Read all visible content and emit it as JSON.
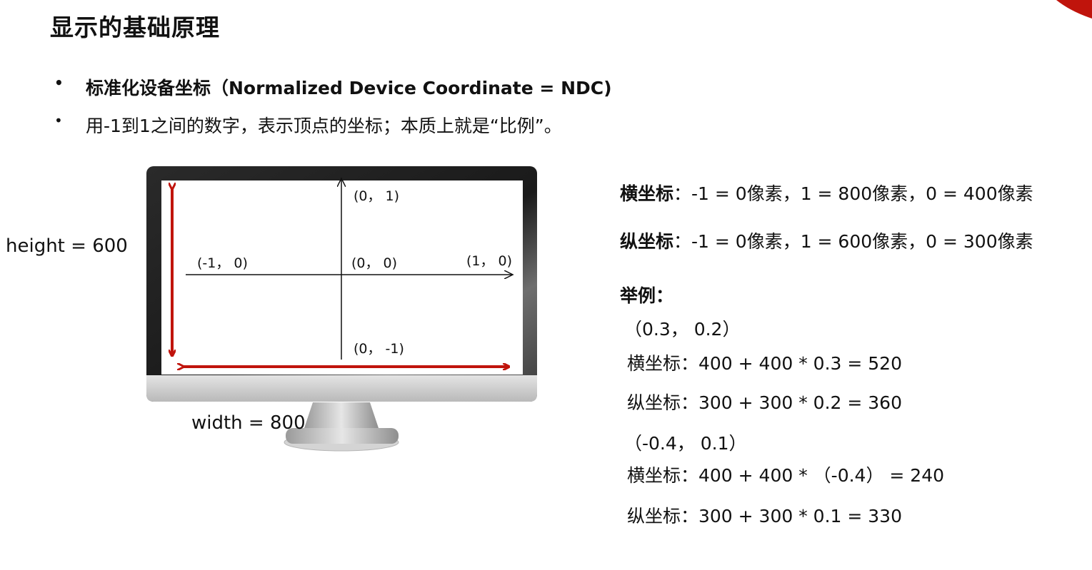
{
  "slide": {
    "title": "显示的基础原理",
    "bullets": [
      "标准化设备坐标（Normalized Device Coordinate = NDC)",
      "用-1到1之间的数字，表示顶点的坐标；本质上就是“比例”。"
    ],
    "bullet_marker": "•",
    "accent_color": "#c0140c"
  },
  "diagram": {
    "height_label": "height = 600",
    "width_label": "width = 800",
    "coords": {
      "top": "(0，  1)",
      "left": "(-1，  0)",
      "center": "(0，  0)",
      "right": "(1，  0)",
      "bottom": "(0，  -1)"
    },
    "arrow_color": "#c0140c"
  },
  "explanation": {
    "x_axis_label": "横坐标",
    "x_axis_text": "：-1 = 0像素，1 = 800像素，0 = 400像素",
    "y_axis_label": "纵坐标",
    "y_axis_text": "：-1 = 0像素，1 = 600像素，0 = 300像素",
    "example_heading": "举例：",
    "examples": [
      {
        "point": "（0.3，  0.2）",
        "x_calc": "横坐标：400 + 400 * 0.3 = 520",
        "y_calc": "纵坐标：300 + 300 * 0.2 = 360"
      },
      {
        "point": "（-0.4，  0.1）",
        "x_calc": "横坐标：400 + 400 * （-0.4） = 240",
        "y_calc": "纵坐标：300 + 300 * 0.1 = 330"
      }
    ]
  }
}
